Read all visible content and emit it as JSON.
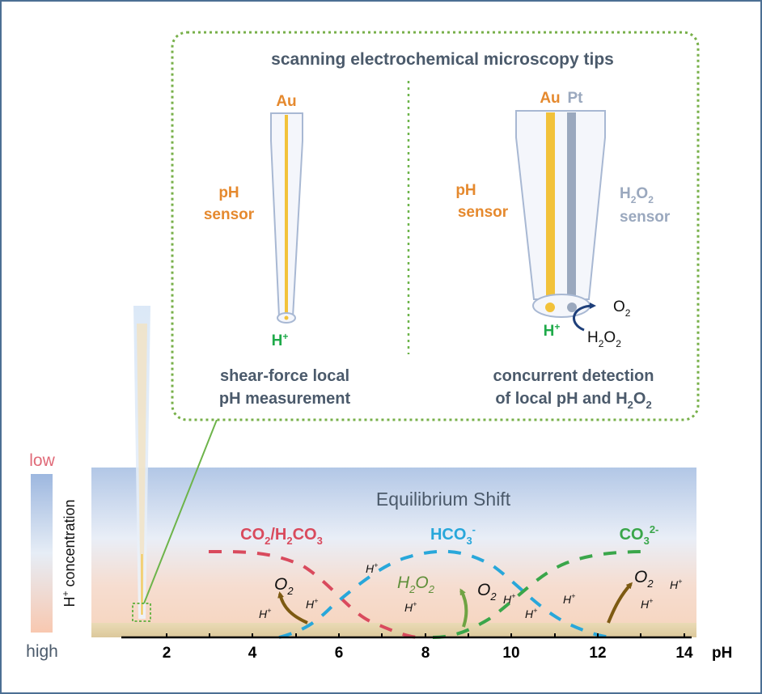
{
  "inset": {
    "title": "scanning electrochemical microscopy tips",
    "left_tip": {
      "metal": "Au",
      "sensor_line1": "pH",
      "sensor_line2": "sensor",
      "ion": "H",
      "ion_charge": "+",
      "caption_line1": "shear-force local",
      "caption_line2": "pH measurement"
    },
    "right_tip": {
      "metal_au": "Au",
      "metal_pt": "Pt",
      "ph_line1": "pH",
      "ph_line2": "sensor",
      "h2o2_sensor_main": "H",
      "h2o2_sensor_sub1": "2",
      "h2o2_sensor_o": "O",
      "h2o2_sensor_sub2": "2",
      "h2o2_sensor_line2": "sensor",
      "ion": "H",
      "ion_charge": "+",
      "product": "O",
      "product_sub": "2",
      "reactant": "H",
      "reactant_sub1": "2",
      "reactant_o": "O",
      "reactant_sub2": "2",
      "caption_line1": "concurrent detection",
      "caption_line2_text": "of local pH and H",
      "caption_line2_sub1": "2",
      "caption_line2_o": "O",
      "caption_line2_sub2": "2"
    }
  },
  "concentration_bar": {
    "top_label": "low",
    "bottom_label": "high",
    "axis_label": "H",
    "axis_label_sup": "+",
    "axis_label_rest": " concentration"
  },
  "main": {
    "title": "Equilibrium Shift",
    "species": {
      "co2": {
        "main": "CO",
        "sub1": "2",
        "sep": "/H",
        "sub2": "2",
        "end": "CO",
        "sub3": "3"
      },
      "hco3": {
        "main": "HCO",
        "sub": "3",
        "sup": "-"
      },
      "co3": {
        "main": "CO",
        "sub": "3",
        "sup": "2-"
      }
    },
    "labels": {
      "o2": "O",
      "o2_sub": "2",
      "h2o2_h": "H",
      "h2o2_sub1": "2",
      "h2o2_o": "O",
      "h2o2_sub2": "2",
      "hplus": "H",
      "hplus_sup": "+"
    }
  },
  "axis": {
    "unit": "pH",
    "ticks": [
      "2",
      "4",
      "6",
      "8",
      "10",
      "12",
      "14"
    ]
  },
  "colors": {
    "frame": "#4c6f93",
    "green_dotted": "#78b04a",
    "orange_text": "#e5892e",
    "gold": "#f2c23a",
    "pt_gray": "#9aa8be",
    "green_text": "#1faa4a",
    "red_curve": "#d94a5d",
    "blue_curve": "#28a7da",
    "green_curve": "#3aa64a",
    "brown_arrow": "#7d5a12",
    "h2o2_green": "#5f8f3a",
    "dark_text": "#4b5a6b"
  }
}
